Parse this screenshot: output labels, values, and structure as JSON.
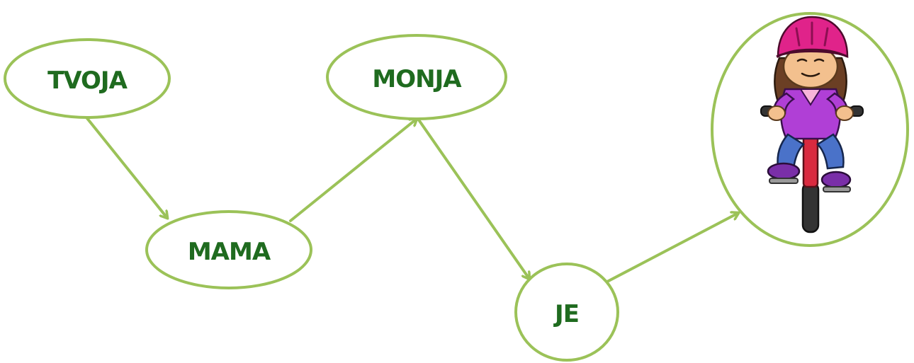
{
  "diagram": {
    "nodes": [
      {
        "id": "tvoja",
        "label": "TVOJA"
      },
      {
        "id": "mama",
        "label": "MAMA"
      },
      {
        "id": "monja",
        "label": "MONJA"
      },
      {
        "id": "je",
        "label": "JE"
      },
      {
        "id": "girl-on-bike",
        "label": "",
        "image": "girl-on-bike-picture"
      }
    ],
    "edges": [
      {
        "from": "tvoja",
        "to": "mama"
      },
      {
        "from": "mama",
        "to": "monja"
      },
      {
        "from": "monja",
        "to": "je"
      },
      {
        "from": "je",
        "to": "girl-on-bike"
      }
    ],
    "colors": {
      "outline": "#9bc258",
      "text": "#1f6b1f",
      "helmet": "#e0238a",
      "jacket": "#b03fd6",
      "jeans": "#4a72c9",
      "bike": "#d92a3f",
      "skin": "#f3c08e",
      "hair": "#6b3f24"
    }
  }
}
